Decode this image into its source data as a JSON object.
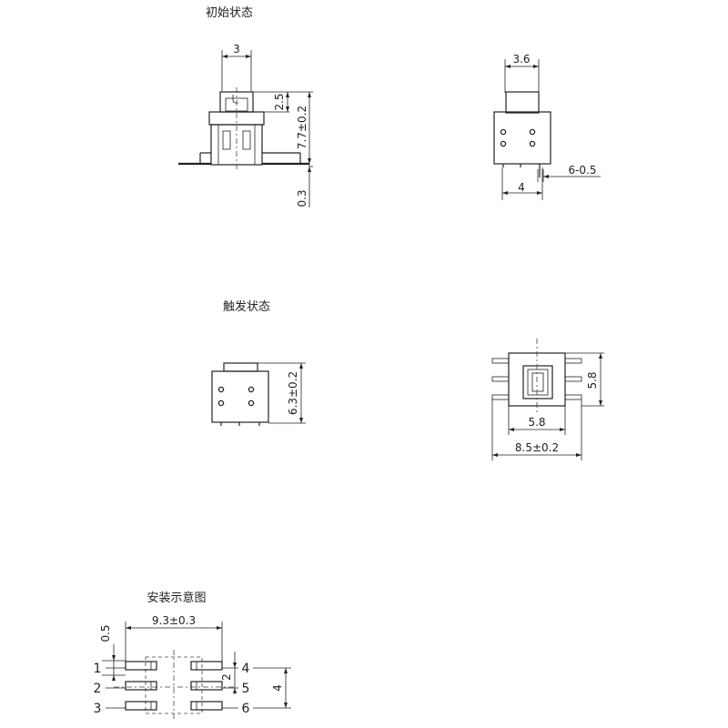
{
  "titles": {
    "initial_state": "初始状态",
    "triggered_state": "触发状态",
    "installation_diagram": "安装示意图"
  },
  "dimensions": {
    "initial_front_width": "3",
    "initial_front_plunger_height": "2.5",
    "initial_front_total_height": "7.7±0.2",
    "initial_front_base_thickness": "0.3",
    "initial_side_width": "3.6",
    "initial_side_pin_spacing": "4",
    "initial_side_pin_spec": "6-0.5",
    "triggered_height": "6.3±0.2",
    "top_body_height": "5.8",
    "top_body_width": "5.8",
    "top_total_width": "8.5±0.2",
    "install_pad_length": "0.5",
    "install_total_width": "9.3±0.3",
    "install_pitch": "2",
    "install_row_span": "4"
  },
  "pins": {
    "left": [
      "1",
      "2",
      "3"
    ],
    "right": [
      "4",
      "5",
      "6"
    ]
  }
}
